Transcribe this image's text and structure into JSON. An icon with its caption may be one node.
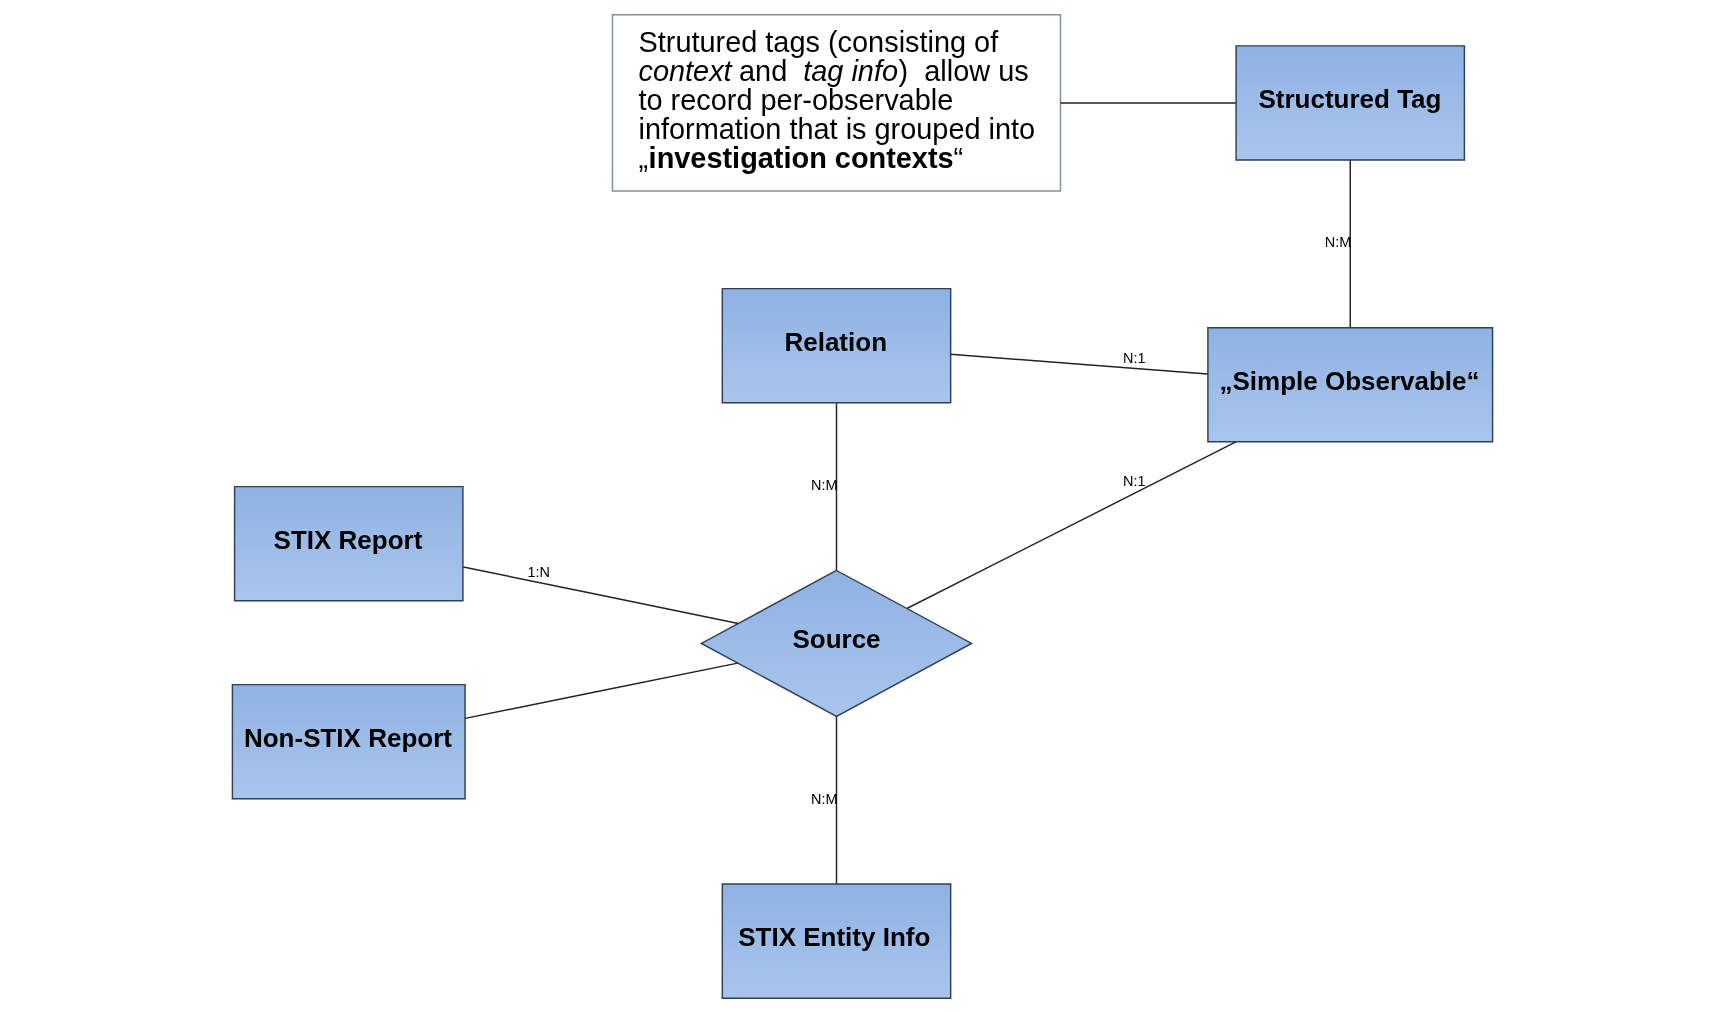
{
  "diagram": {
    "nodes": [
      {
        "text": [
          "Relation"
        ]
      },
      {
        "text": [
          "Structured Tag"
        ]
      },
      {
        "text": [
          "STIX Report"
        ]
      },
      {
        "text": [
          "Source"
        ]
      },
      {
        "text": [
          "„Simple Observable“"
        ]
      },
      {
        "text": [
          "Non-STIX Report"
        ]
      },
      {
        "text": [
          "STIX Entity Info"
        ]
      },
      {
        "text": [
          "Strutured tags (consisting of *context* and  *tag info*)  allow us to record per-observable information that is grouped into „**investigation contexts**“"
        ]
      }
    ],
    "edges": [
      {
        "from": 2,
        "to": 3,
        "arrow": "none",
        "label": "1:N"
      },
      {
        "from": 5,
        "to": 3,
        "arrow": "none"
      },
      {
        "from": 0,
        "to": 3,
        "arrow": "none",
        "label": "N:M"
      },
      {
        "from": 0,
        "to": 4,
        "arrow": "none",
        "label": "N:1"
      },
      {
        "from": 3,
        "to": 4,
        "arrow": "none",
        "label": "N:1"
      },
      {
        "from": 1,
        "to": 4,
        "arrow": "none",
        "label": "N:M"
      },
      {
        "from": 3,
        "to": 6,
        "arrow": "none",
        "label": "N:M"
      },
      {
        "from": 7,
        "to": 1,
        "arrow": "none"
      }
    ]
  }
}
